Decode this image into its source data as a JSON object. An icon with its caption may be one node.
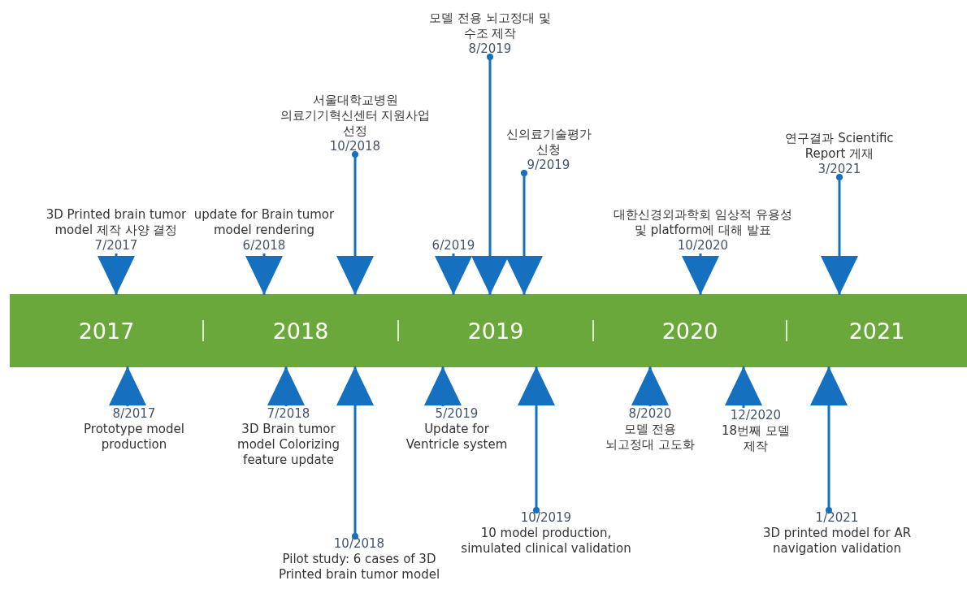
{
  "diagram": {
    "nodes": [
      {
        "text": [
          "2017"
        ]
      },
      {
        "text": [
          "2018"
        ]
      },
      {
        "text": [
          "2019"
        ]
      },
      {
        "text": [
          "2020"
        ]
      },
      {
        "text": [
          "2021"
        ]
      },
      {
        "text": [
          "3D Printed brain tumor model 제작 사양 결정",
          "7/2017"
        ]
      },
      {
        "text": [
          "update for Brain tumor model rendering",
          "6/2018"
        ]
      },
      {
        "text": [
          "서울대학교병원 의료기기혁신센터 지원사업 선정",
          "10/2018"
        ]
      },
      {
        "text": [
          "6/2019"
        ]
      },
      {
        "text": [
          "모델 전용 뇌고정대 및 수조 제작",
          "8/2019"
        ]
      },
      {
        "text": [
          "신의료기술평가 신청",
          "9/2019"
        ]
      },
      {
        "text": [
          "대한신경외과학회 임상적 유용성 및 platform에 대해 발표",
          "10/2020"
        ]
      },
      {
        "text": [
          "연구결과 Scientific Report 게재",
          "3/2021"
        ]
      },
      {
        "text": [
          "8/2017",
          "Prototype model production"
        ]
      },
      {
        "text": [
          "7/2018",
          "3D Brain tumor model Colorizing feature update"
        ]
      },
      {
        "text": [
          "10/2018",
          "Pilot study: 6 cases of 3D Printed brain tumor model"
        ]
      },
      {
        "text": [
          "5/2019",
          "Update for Ventricle system"
        ]
      },
      {
        "text": [
          "10/2019",
          "10 model production, simulated clinical validation"
        ]
      },
      {
        "text": [
          "8/2020",
          "모델 전용 뇌고정대 고도화"
        ]
      },
      {
        "text": [
          "12/2020",
          "18번째 모델 제작"
        ]
      },
      {
        "text": [
          "1/2021",
          "3D printed model for AR navigation validation"
        ]
      }
    ],
    "edges": [
      {
        "from": 5,
        "to": 0,
        "arrow": "to"
      },
      {
        "from": 6,
        "to": 1,
        "arrow": "to"
      },
      {
        "from": 7,
        "to": 1,
        "arrow": "to"
      },
      {
        "from": 8,
        "to": 2,
        "arrow": "to"
      },
      {
        "from": 9,
        "to": 2,
        "arrow": "to"
      },
      {
        "from": 10,
        "to": 2,
        "arrow": "to"
      },
      {
        "from": 11,
        "to": 3,
        "arrow": "to"
      },
      {
        "from": 12,
        "to": 4,
        "arrow": "to"
      },
      {
        "from": 13,
        "to": 0,
        "arrow": "to"
      },
      {
        "from": 14,
        "to": 1,
        "arrow": "to"
      },
      {
        "from": 15,
        "to": 1,
        "arrow": "to"
      },
      {
        "from": 16,
        "to": 2,
        "arrow": "to"
      },
      {
        "from": 17,
        "to": 2,
        "arrow": "to"
      },
      {
        "from": 18,
        "to": 3,
        "arrow": "to"
      },
      {
        "from": 19,
        "to": 3,
        "arrow": "to"
      },
      {
        "from": 20,
        "to": 4,
        "arrow": "to"
      }
    ]
  }
}
